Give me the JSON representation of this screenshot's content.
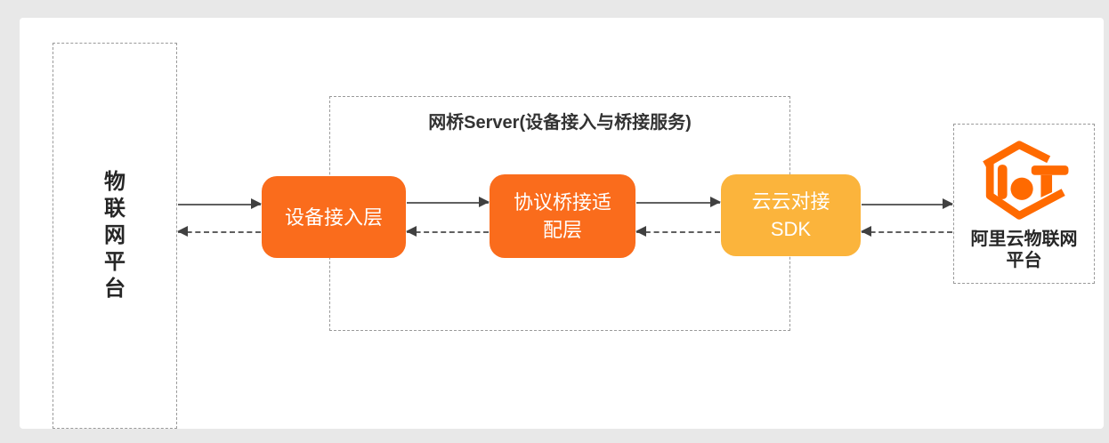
{
  "colors": {
    "page_background": "#e8e8e8",
    "card_background": "#ffffff",
    "box_orange": "#fa6c1c",
    "box_yellow": "#fbb43c",
    "logo_orange": "#ff6a00",
    "text_dark": "#333333",
    "text_light": "#ffffff",
    "dashed_border": "#9a9a9a",
    "arrow_line": "#606060"
  },
  "diagram": {
    "left_platform": {
      "label": "物联网平台"
    },
    "bridge_server": {
      "title": "网桥Server(设备接入与桥接服务)",
      "boxes": [
        {
          "id": "device-access-layer",
          "label": "设备接入层",
          "color": "#fa6c1c"
        },
        {
          "id": "protocol-bridge-adapter-layer",
          "label": "协议桥接适\n配层",
          "color": "#fa6c1c"
        },
        {
          "id": "cloud-cloud-sdk",
          "label": "云云对接\nSDK",
          "color": "#fbb43c"
        }
      ]
    },
    "aliyun_platform": {
      "label": "阿里云物联网\n平台",
      "logo_icon": "aliyun-iot-hexagon-logo"
    },
    "connections": [
      {
        "from": "left_platform",
        "to": "device-access-layer",
        "style": "solid",
        "direction": "right"
      },
      {
        "from": "device-access-layer",
        "to": "left_platform",
        "style": "dashed",
        "direction": "left"
      },
      {
        "from": "device-access-layer",
        "to": "protocol-bridge-adapter-layer",
        "style": "solid",
        "direction": "right"
      },
      {
        "from": "protocol-bridge-adapter-layer",
        "to": "device-access-layer",
        "style": "dashed",
        "direction": "left"
      },
      {
        "from": "protocol-bridge-adapter-layer",
        "to": "cloud-cloud-sdk",
        "style": "solid",
        "direction": "right"
      },
      {
        "from": "cloud-cloud-sdk",
        "to": "protocol-bridge-adapter-layer",
        "style": "dashed",
        "direction": "left"
      },
      {
        "from": "cloud-cloud-sdk",
        "to": "aliyun_platform",
        "style": "solid",
        "direction": "right"
      },
      {
        "from": "aliyun_platform",
        "to": "cloud-cloud-sdk",
        "style": "dashed",
        "direction": "left"
      }
    ]
  }
}
